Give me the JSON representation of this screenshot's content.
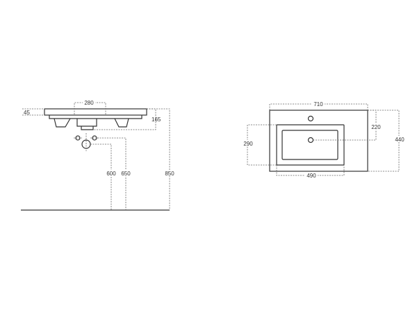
{
  "side_view": {
    "dims": {
      "tap_spacing": "280",
      "top_thickness": "45",
      "basin_depth": "165",
      "drain_height": "600",
      "supply_height": "650",
      "total_height": "850"
    }
  },
  "top_view": {
    "dims": {
      "width": "710",
      "drain_offset": "220",
      "depth": "440",
      "basin_depth": "290",
      "basin_width": "490"
    }
  }
}
